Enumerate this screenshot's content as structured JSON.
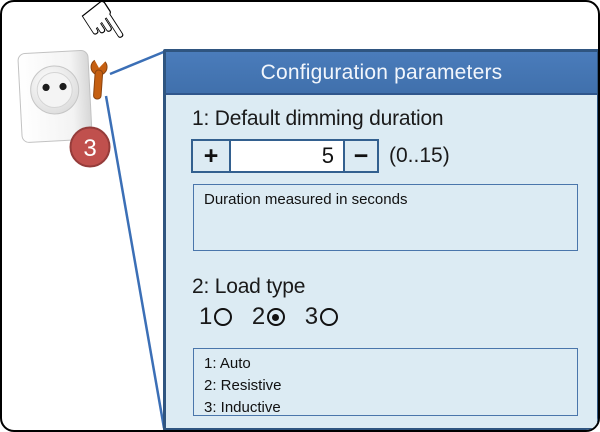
{
  "icons": {
    "pointer_hand_glyph": "☟"
  },
  "callout": {
    "step_badge": "3"
  },
  "panel": {
    "title": "Configuration parameters",
    "section1": {
      "title": "1: Default dimming duration",
      "stepper": {
        "increment_label": "+",
        "value": "5",
        "decrement_label": "−"
      },
      "range_hint": "(0..15)",
      "description": "Duration measured in seconds"
    },
    "section2": {
      "title": "2: Load type",
      "options": [
        {
          "label": "1",
          "selected": false
        },
        {
          "label": "2",
          "selected": true
        },
        {
          "label": "3",
          "selected": false
        }
      ],
      "description_lines": [
        "1: Auto",
        "2: Resistive",
        "3: Inductive"
      ]
    }
  },
  "colors": {
    "header_blue": "#4a7cbb",
    "header_blue_dark": "#4070ac",
    "panel_border": "#2f5580",
    "panel_bg": "#dcebf3",
    "box_border": "#4a76ab",
    "stepper_border": "#33608f",
    "value_bg": "#ffffff",
    "text_dark": "#1a1a1a",
    "callout_line": "#3b6fb6",
    "badge_red": "#c0504d",
    "badge_border": "#953c3a",
    "wrench_orange": "#c55f11",
    "wrench_outline": "#8a4410"
  }
}
